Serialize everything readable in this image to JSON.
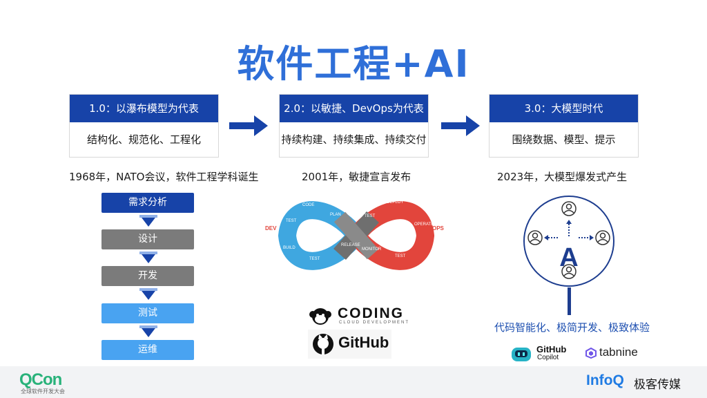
{
  "title": "软件工程+AI",
  "eras": [
    {
      "head": "1.0：以瀑布模型为代表",
      "body": "结构化、规范化、工程化",
      "caption": "1968年，NATO会议，软件工程学科诞生"
    },
    {
      "head": "2.0：以敏捷、DevOps为代表",
      "body": "持续构建、持续集成、持续交付",
      "caption": "2001年，敏捷宣言发布"
    },
    {
      "head": "3.0：大模型时代",
      "body": "围绕数据、模型、提示",
      "caption": "2023年，大模型爆发式产生"
    }
  ],
  "waterfall": [
    {
      "label": "需求分析",
      "color": "#1743a8"
    },
    {
      "label": "设计",
      "color": "#7b7b7b"
    },
    {
      "label": "开发",
      "color": "#7b7b7b"
    },
    {
      "label": "测试",
      "color": "#49a3f1"
    },
    {
      "label": "运维",
      "color": "#49a3f1"
    }
  ],
  "devops_loop": {
    "left_label": "DEV",
    "right_label": "OPS",
    "stages": [
      "CODE",
      "PLAN",
      "TEST",
      "BUILD",
      "TEST",
      "RELEASE",
      "DEPLOY",
      "OPERATE",
      "MONITOR",
      "TEST"
    ]
  },
  "agent_diagram": {
    "center_letter": "A"
  },
  "ai_caption": "代码智能化、极简开发、极致体验",
  "logos": {
    "coding": "CODING",
    "coding_sub": "CLOUD DEVELOPMENT",
    "github": "GitHub",
    "copilot_1": "GitHub",
    "copilot_2": "Copilot",
    "tabnine": "tabnine"
  },
  "footer": {
    "qcon": "QCon",
    "qcon_sub": "全球软件开发大会",
    "infoq": "InfoQ",
    "geek": "极客传媒"
  },
  "colors": {
    "accent": "#2f6fd8",
    "navy": "#1743a8",
    "devops_blue": "#3fa7e0",
    "devops_red": "#e2453c"
  },
  "icons": [
    "github-octocat-icon",
    "coding-monkey-icon",
    "copilot-icon",
    "tabnine-icon",
    "user-icon"
  ]
}
